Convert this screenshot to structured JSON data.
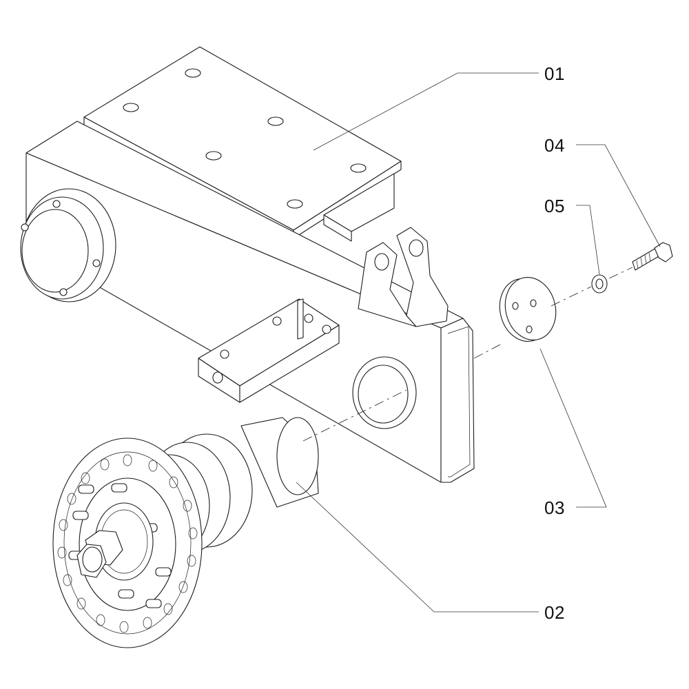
{
  "callouts": [
    {
      "id": "01",
      "label": "01"
    },
    {
      "id": "02",
      "label": "02"
    },
    {
      "id": "03",
      "label": "03"
    },
    {
      "id": "04",
      "label": "04"
    },
    {
      "id": "05",
      "label": "05"
    }
  ],
  "colors": {
    "line": "#1a1a1a",
    "background": "#ffffff"
  }
}
